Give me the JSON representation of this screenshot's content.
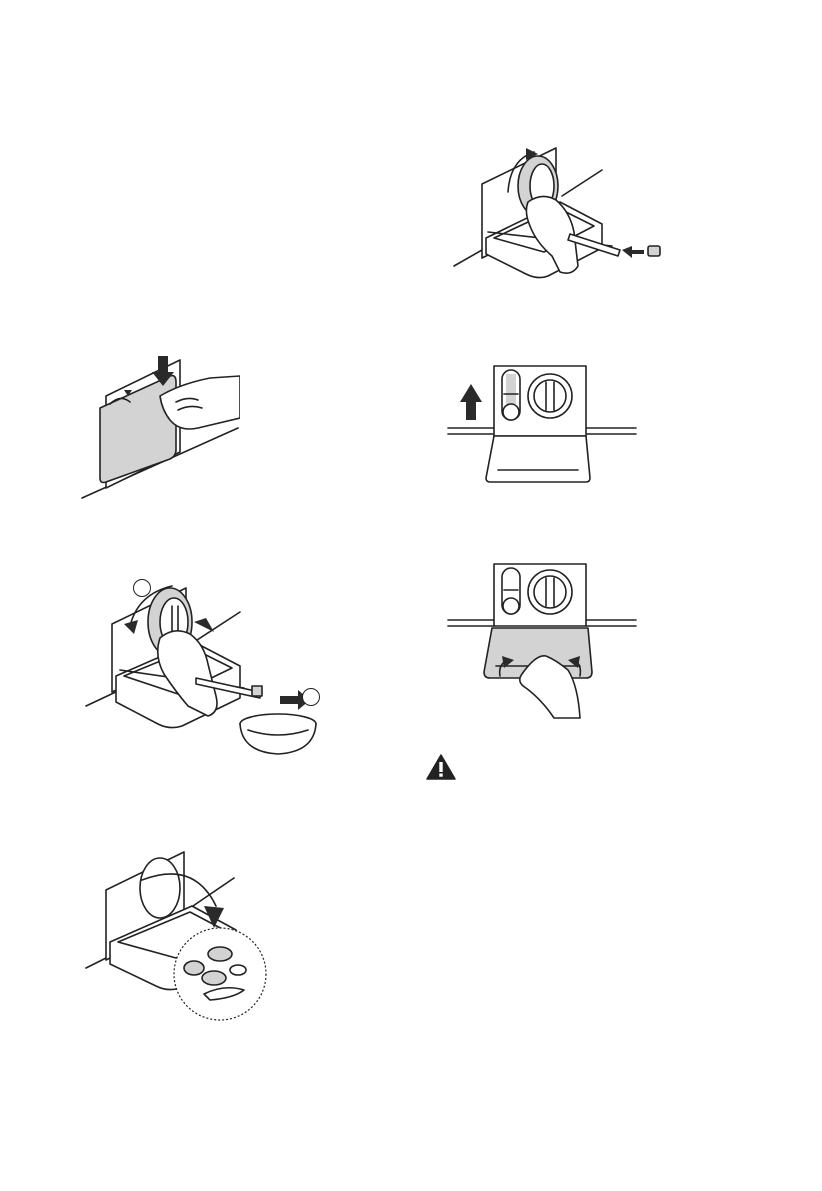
{
  "page": {
    "figures": [
      {
        "id": "filter-cover-open",
        "icon": "filter-cover-open-illustration"
      },
      {
        "id": "filter-unscrew-drain",
        "icon": "filter-unscrew-drain-illustration"
      },
      {
        "id": "filter-remove-objects",
        "icon": "filter-remove-objects-illustration"
      },
      {
        "id": "filter-reinsert",
        "icon": "filter-reinsert-illustration"
      },
      {
        "id": "hose-lift",
        "icon": "hose-lift-illustration"
      },
      {
        "id": "cover-close",
        "icon": "cover-close-illustration"
      }
    ],
    "step_badges": [
      "",
      ""
    ],
    "warning": {
      "icon": "warning-triangle-icon",
      "color": "#222222"
    }
  }
}
